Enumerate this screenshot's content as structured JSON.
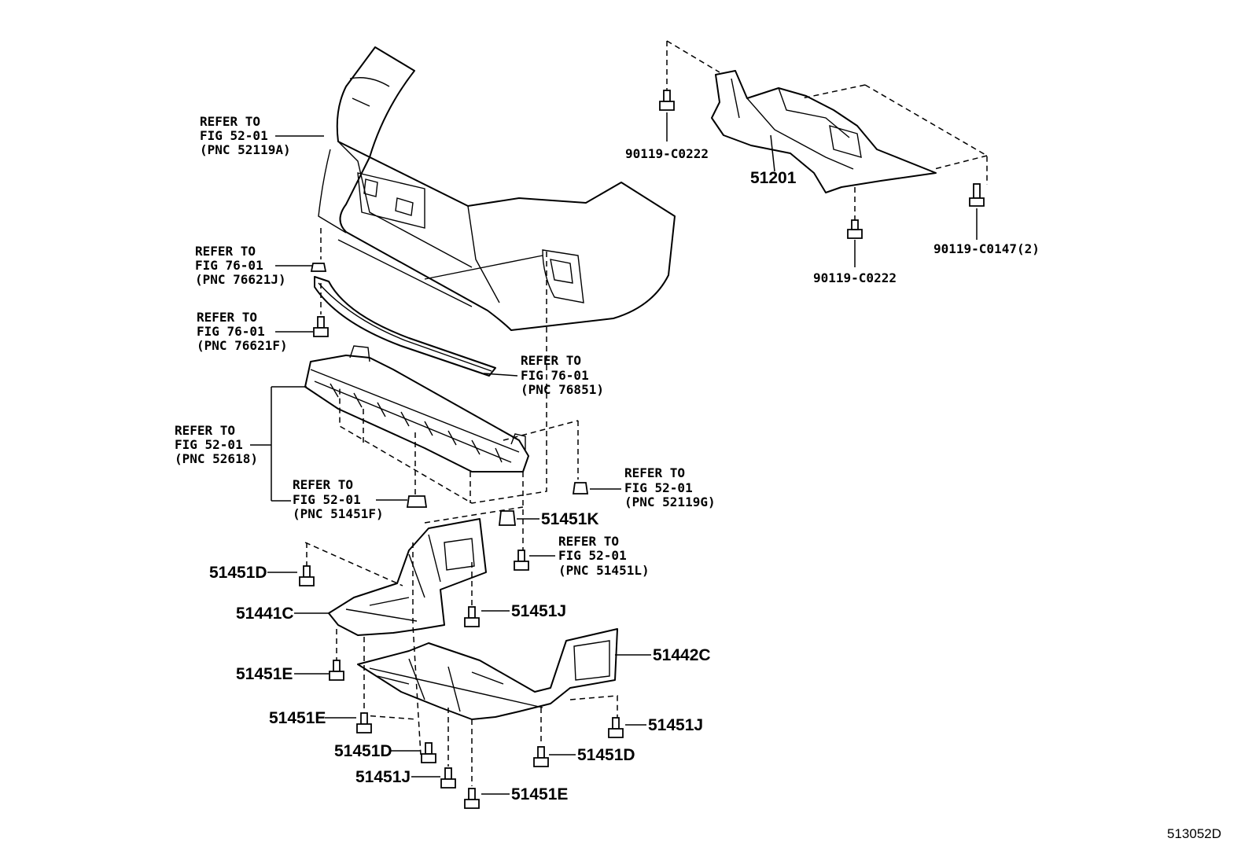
{
  "figure_number": "513052D",
  "refs": {
    "bumper_cover": [
      "REFER TO",
      "FIG 52-01",
      "(PNC 52119A)"
    ],
    "clip_76621j": [
      "REFER TO",
      "FIG 76-01",
      "(PNC 76621J)"
    ],
    "clip_76621f": [
      "REFER TO",
      "FIG 76-01",
      "(PNC 76621F)"
    ],
    "spoiler_76851": [
      "REFER TO",
      "FIG 76-01",
      "(PNC 76851)"
    ],
    "absorber_52618": [
      "REFER TO",
      "FIG 52-01",
      "(PNC 52618)"
    ],
    "nut_51451f": [
      "REFER TO",
      "FIG 52-01",
      "(PNC 51451F)"
    ],
    "clip_52119g": [
      "REFER TO",
      "FIG 52-01",
      "(PNC 52119G)"
    ],
    "bolt_51451l": [
      "REFER TO",
      "FIG 52-01",
      "(PNC 51451L)"
    ]
  },
  "parts": {
    "crossmember": "51201",
    "bolt_c0222_top": "90119-C0222",
    "bolt_c0222_bottom": "90119-C0222",
    "bolt_c0147": "90119-C0147(2)",
    "clip_51451k": "51451K",
    "d_left_upper": "51451D",
    "cover_51441c": "51441C",
    "j_middle": "51451J",
    "cover_51442c": "51442C",
    "e_left": "51451E",
    "e_lower_left": "51451E",
    "j_right": "51451J",
    "d_bottom_center": "51451D",
    "d_bottom_right": "51451D",
    "j_bottom": "51451J",
    "e_bottom": "51451E"
  }
}
